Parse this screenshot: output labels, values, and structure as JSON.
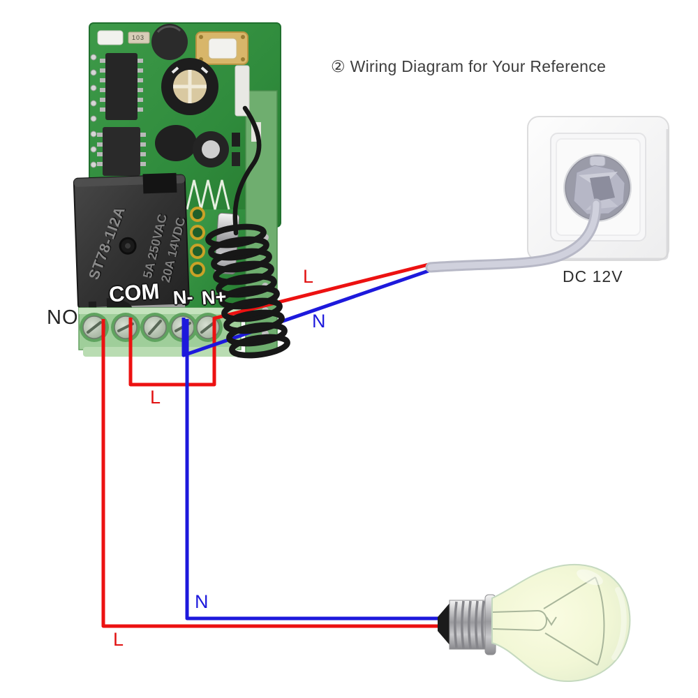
{
  "title": "② Wiring Diagram for Your Reference",
  "power": {
    "label": "DC 12V"
  },
  "module": {
    "relay_model": "ST78-1I2A",
    "relay_rating_ac": "5A 250VAC",
    "relay_rating_dc": "20A 14VDC",
    "resistor_marking": "103",
    "terminal_no": "NO",
    "terminal_com": "COM",
    "terminal_n_minus": "N-",
    "terminal_n_plus": "N+"
  },
  "wires": {
    "live_color": "#ec1111",
    "neutral_color": "#1d19dc",
    "live_feed_label": "L",
    "neutral_feed_label": "N",
    "live_jumper_label": "L",
    "neutral_load_label": "N",
    "live_load_label": "L"
  },
  "colors": {
    "pcb_green": "#2f8b3c",
    "terminal_green": "#9fce9a",
    "cable_gray": "#c7c8d6"
  }
}
